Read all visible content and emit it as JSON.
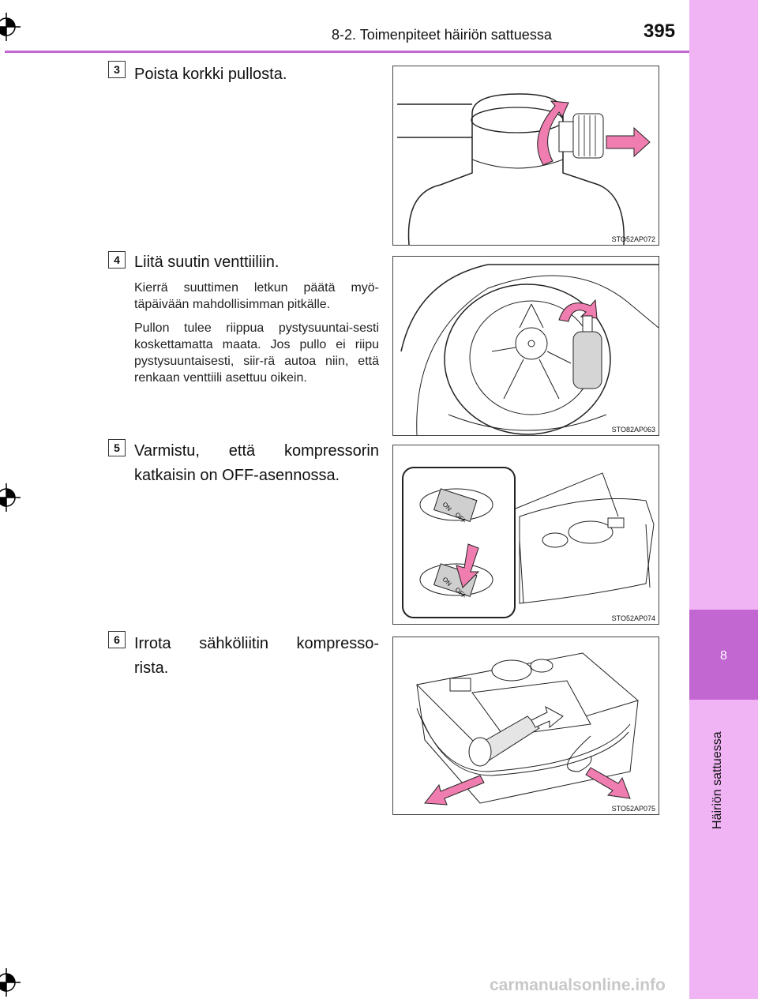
{
  "header": {
    "section_title": "8-2. Toimenpiteet häiriön sattuessa",
    "page_number": "395"
  },
  "sidebar": {
    "chapter_number": "8",
    "chapter_title": "Häiriön sattuessa"
  },
  "steps": [
    {
      "number": "3",
      "title": "Poista korkki pullosta.",
      "paragraphs": [],
      "figure_code": "STO52AP072"
    },
    {
      "number": "4",
      "title": "Liitä suutin venttiiliin.",
      "paragraphs": [
        "Kierrä suuttimen letkun päätä myö-täpäivään mahdollisimman pitkälle.",
        "Pullon tulee riippua pystysuuntai-sesti koskettamatta maata. Jos pullo ei riipu pystysuuntaisesti, siir-rä autoa niin, että renkaan venttiili asettuu oikein."
      ],
      "figure_code": "STO82AP063"
    },
    {
      "number": "5",
      "title_line1": "Varmistu, että kompressorin",
      "title_line2": "katkaisin on OFF-asennossa.",
      "figure_code": "STO52AP074",
      "switch_on": "ON",
      "switch_off": "OFF"
    },
    {
      "number": "6",
      "title_line1": "Irrota sähköliitin kompresso-",
      "title_line2": "rista.",
      "figure_code": "STO52AP075"
    }
  ],
  "footer": {
    "watermark": "carmanualsonline.info"
  }
}
